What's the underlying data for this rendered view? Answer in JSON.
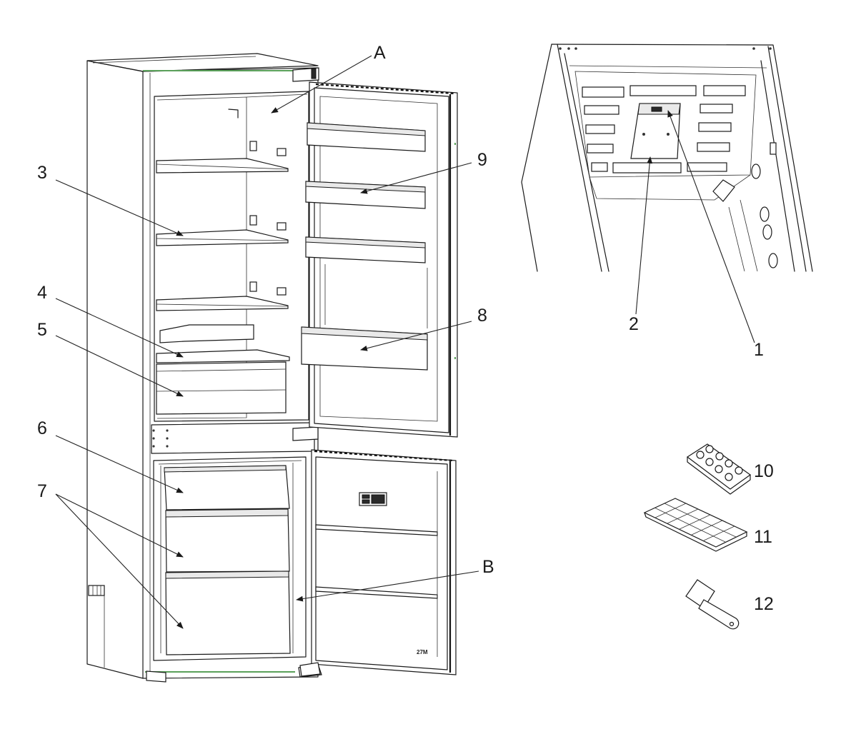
{
  "callouts": {
    "A": "A",
    "B": "B",
    "n1": "1",
    "n2": "2",
    "n3": "3",
    "n4": "4",
    "n5": "5",
    "n6": "6",
    "n7": "7",
    "n8": "8",
    "n9": "9",
    "n10": "10",
    "n11": "11",
    "n12": "12"
  },
  "door_panel_code": "27M",
  "colors": {
    "line": "#1a1a1a",
    "accent_green": "#5aa05a",
    "background": "#ffffff"
  }
}
